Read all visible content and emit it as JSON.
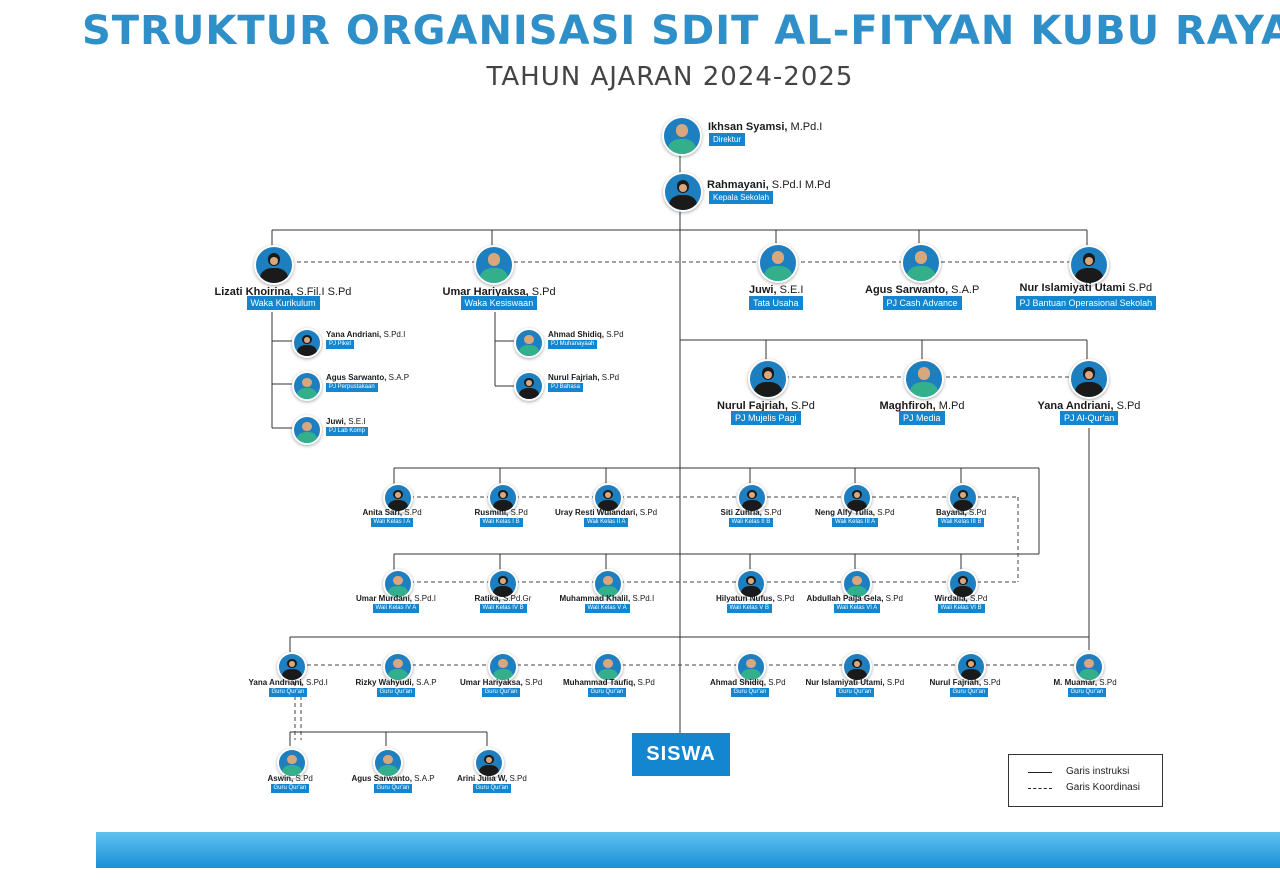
{
  "title": "STRUKTUR ORGANISASI SDIT AL-FITYAN KUBU RAYA",
  "subtitle": "TAHUN AJARAN 2024-2025",
  "siswa_label": "SISWA",
  "legend": {
    "instruksi": "Garis instruksi",
    "koordinasi": "Garis Koordinasi"
  },
  "people": [
    {
      "name": "Ikhsan Syamsi,",
      "title": " M.Pd.I",
      "role": "Direktur",
      "gender": "m"
    },
    {
      "name": "Rahmayani,",
      "title": " S.Pd.I M.Pd",
      "role": "Kepala Sekolah",
      "gender": "f"
    },
    {
      "name": "Lizati Khoirina,",
      "title": " S.Fil.I S.Pd",
      "role": "Waka Kurikulum",
      "gender": "f"
    },
    {
      "name": "Umar Hariyaksa,",
      "title": " S.Pd",
      "role": "Waka Kesiswaan",
      "gender": "m"
    },
    {
      "name": "Juwi,",
      "title": " S.E.I",
      "role": "Tata Usaha",
      "gender": "m"
    },
    {
      "name": "Agus Sarwanto,",
      "title": " S.A.P",
      "role": "PJ Cash Advance",
      "gender": "m"
    },
    {
      "name": "Nur Islamiyati Utami",
      "title": " S.Pd",
      "role": "PJ Bantuan Operasional Sekolah",
      "gender": "f"
    },
    {
      "name": "Yana Andriani,",
      "title": " S.Pd.I",
      "role": "PJ Piket",
      "gender": "f"
    },
    {
      "name": "Agus Sarwanto,",
      "title": " S.A.P",
      "role": "PJ Perpustakaan",
      "gender": "m"
    },
    {
      "name": "Juwi,",
      "title": " S.E.I",
      "role": "PJ Lab Komp",
      "gender": "m"
    },
    {
      "name": "Ahmad Shidiq,",
      "title": " S.Pd",
      "role": "PJ Muhanayaah",
      "gender": "m"
    },
    {
      "name": "Nurul Fajriah,",
      "title": " S.Pd",
      "role": "PJ Bahasa",
      "gender": "f"
    },
    {
      "name": "Nurul Fajriah,",
      "title": " S.Pd",
      "role": "PJ Mujelis Pagi",
      "gender": "f"
    },
    {
      "name": "Maghfiroh,",
      "title": " M.Pd",
      "role": "PJ Media",
      "gender": "m"
    },
    {
      "name": "Yana Andriani,",
      "title": " S.Pd",
      "role": "PJ Al-Qur'an",
      "gender": "f"
    },
    {
      "name": "Anita Sari,",
      "title": " S.Pd",
      "role": "Wali Kelas I A",
      "gender": "f"
    },
    {
      "name": "Rusmini,",
      "title": " S.Pd",
      "role": "Wali Kelas I B",
      "gender": "f"
    },
    {
      "name": "Uray Resti Wulandari,",
      "title": " S.Pd",
      "role": "Wali Kelas II A",
      "gender": "f"
    },
    {
      "name": "Siti Zuhria,",
      "title": " S.Pd",
      "role": "Wali Kelas II B",
      "gender": "f"
    },
    {
      "name": "Neng Alfy Yulia,",
      "title": " S.Pd",
      "role": "Wali Kelas III A",
      "gender": "f"
    },
    {
      "name": "Bayana,",
      "title": " S.Pd",
      "role": "Wali Kelas III B",
      "gender": "f"
    },
    {
      "name": "Umar Murdani,",
      "title": " S.Pd.I",
      "role": "Wali Kelas IV A",
      "gender": "m"
    },
    {
      "name": "Ratika,",
      "title": " S.Pd.Gr",
      "role": "Wali Kelas IV B",
      "gender": "f"
    },
    {
      "name": "Muhammad Khalil,",
      "title": " S.Pd.I",
      "role": "Wali Kelas V A",
      "gender": "m"
    },
    {
      "name": "Hilyatun Nufus,",
      "title": " S.Pd",
      "role": "Wali Kelas V B",
      "gender": "f"
    },
    {
      "name": "Abdullah Paija Gela,",
      "title": " S.Pd",
      "role": "Wali Kelas VI A",
      "gender": "m"
    },
    {
      "name": "Wirdalia,",
      "title": " S.Pd",
      "role": "Wali Kelas VI B",
      "gender": "f"
    },
    {
      "name": "Yana Andriani,",
      "title": " S.Pd.I",
      "role": "Guru Qur'an",
      "gender": "f"
    },
    {
      "name": "Rizky Wahyudi,",
      "title": " S.A.P",
      "role": "Guru Qur'an",
      "gender": "m"
    },
    {
      "name": "Umar Hariyaksa,",
      "title": " S.Pd",
      "role": "Guru Qur'an",
      "gender": "m"
    },
    {
      "name": "Muhammad Taufiq,",
      "title": " S.Pd",
      "role": "Guru Qur'an",
      "gender": "m"
    },
    {
      "name": "Ahmad Shidiq,",
      "title": " S.Pd",
      "role": "Guru Qur'an",
      "gender": "m"
    },
    {
      "name": "Nur Islamiyati Utami,",
      "title": " S.Pd",
      "role": "Guru Qur'an",
      "gender": "f"
    },
    {
      "name": "Nurul Fajriah,",
      "title": " S.Pd",
      "role": "Guru Qur'an",
      "gender": "f"
    },
    {
      "name": "M. Muamar,",
      "title": " S.Pd",
      "role": "Guru Qur'an",
      "gender": "m"
    },
    {
      "name": "Aswin,",
      "title": " S.Pd",
      "role": "Guru Qur'an",
      "gender": "m"
    },
    {
      "name": "Agus Sarwanto,",
      "title": " S.A.P",
      "role": "Guru Qur'an",
      "gender": "m"
    },
    {
      "name": "Arini Julia W,",
      "title": " S.Pd",
      "role": "Guru Qur'an",
      "gender": "f"
    }
  ]
}
